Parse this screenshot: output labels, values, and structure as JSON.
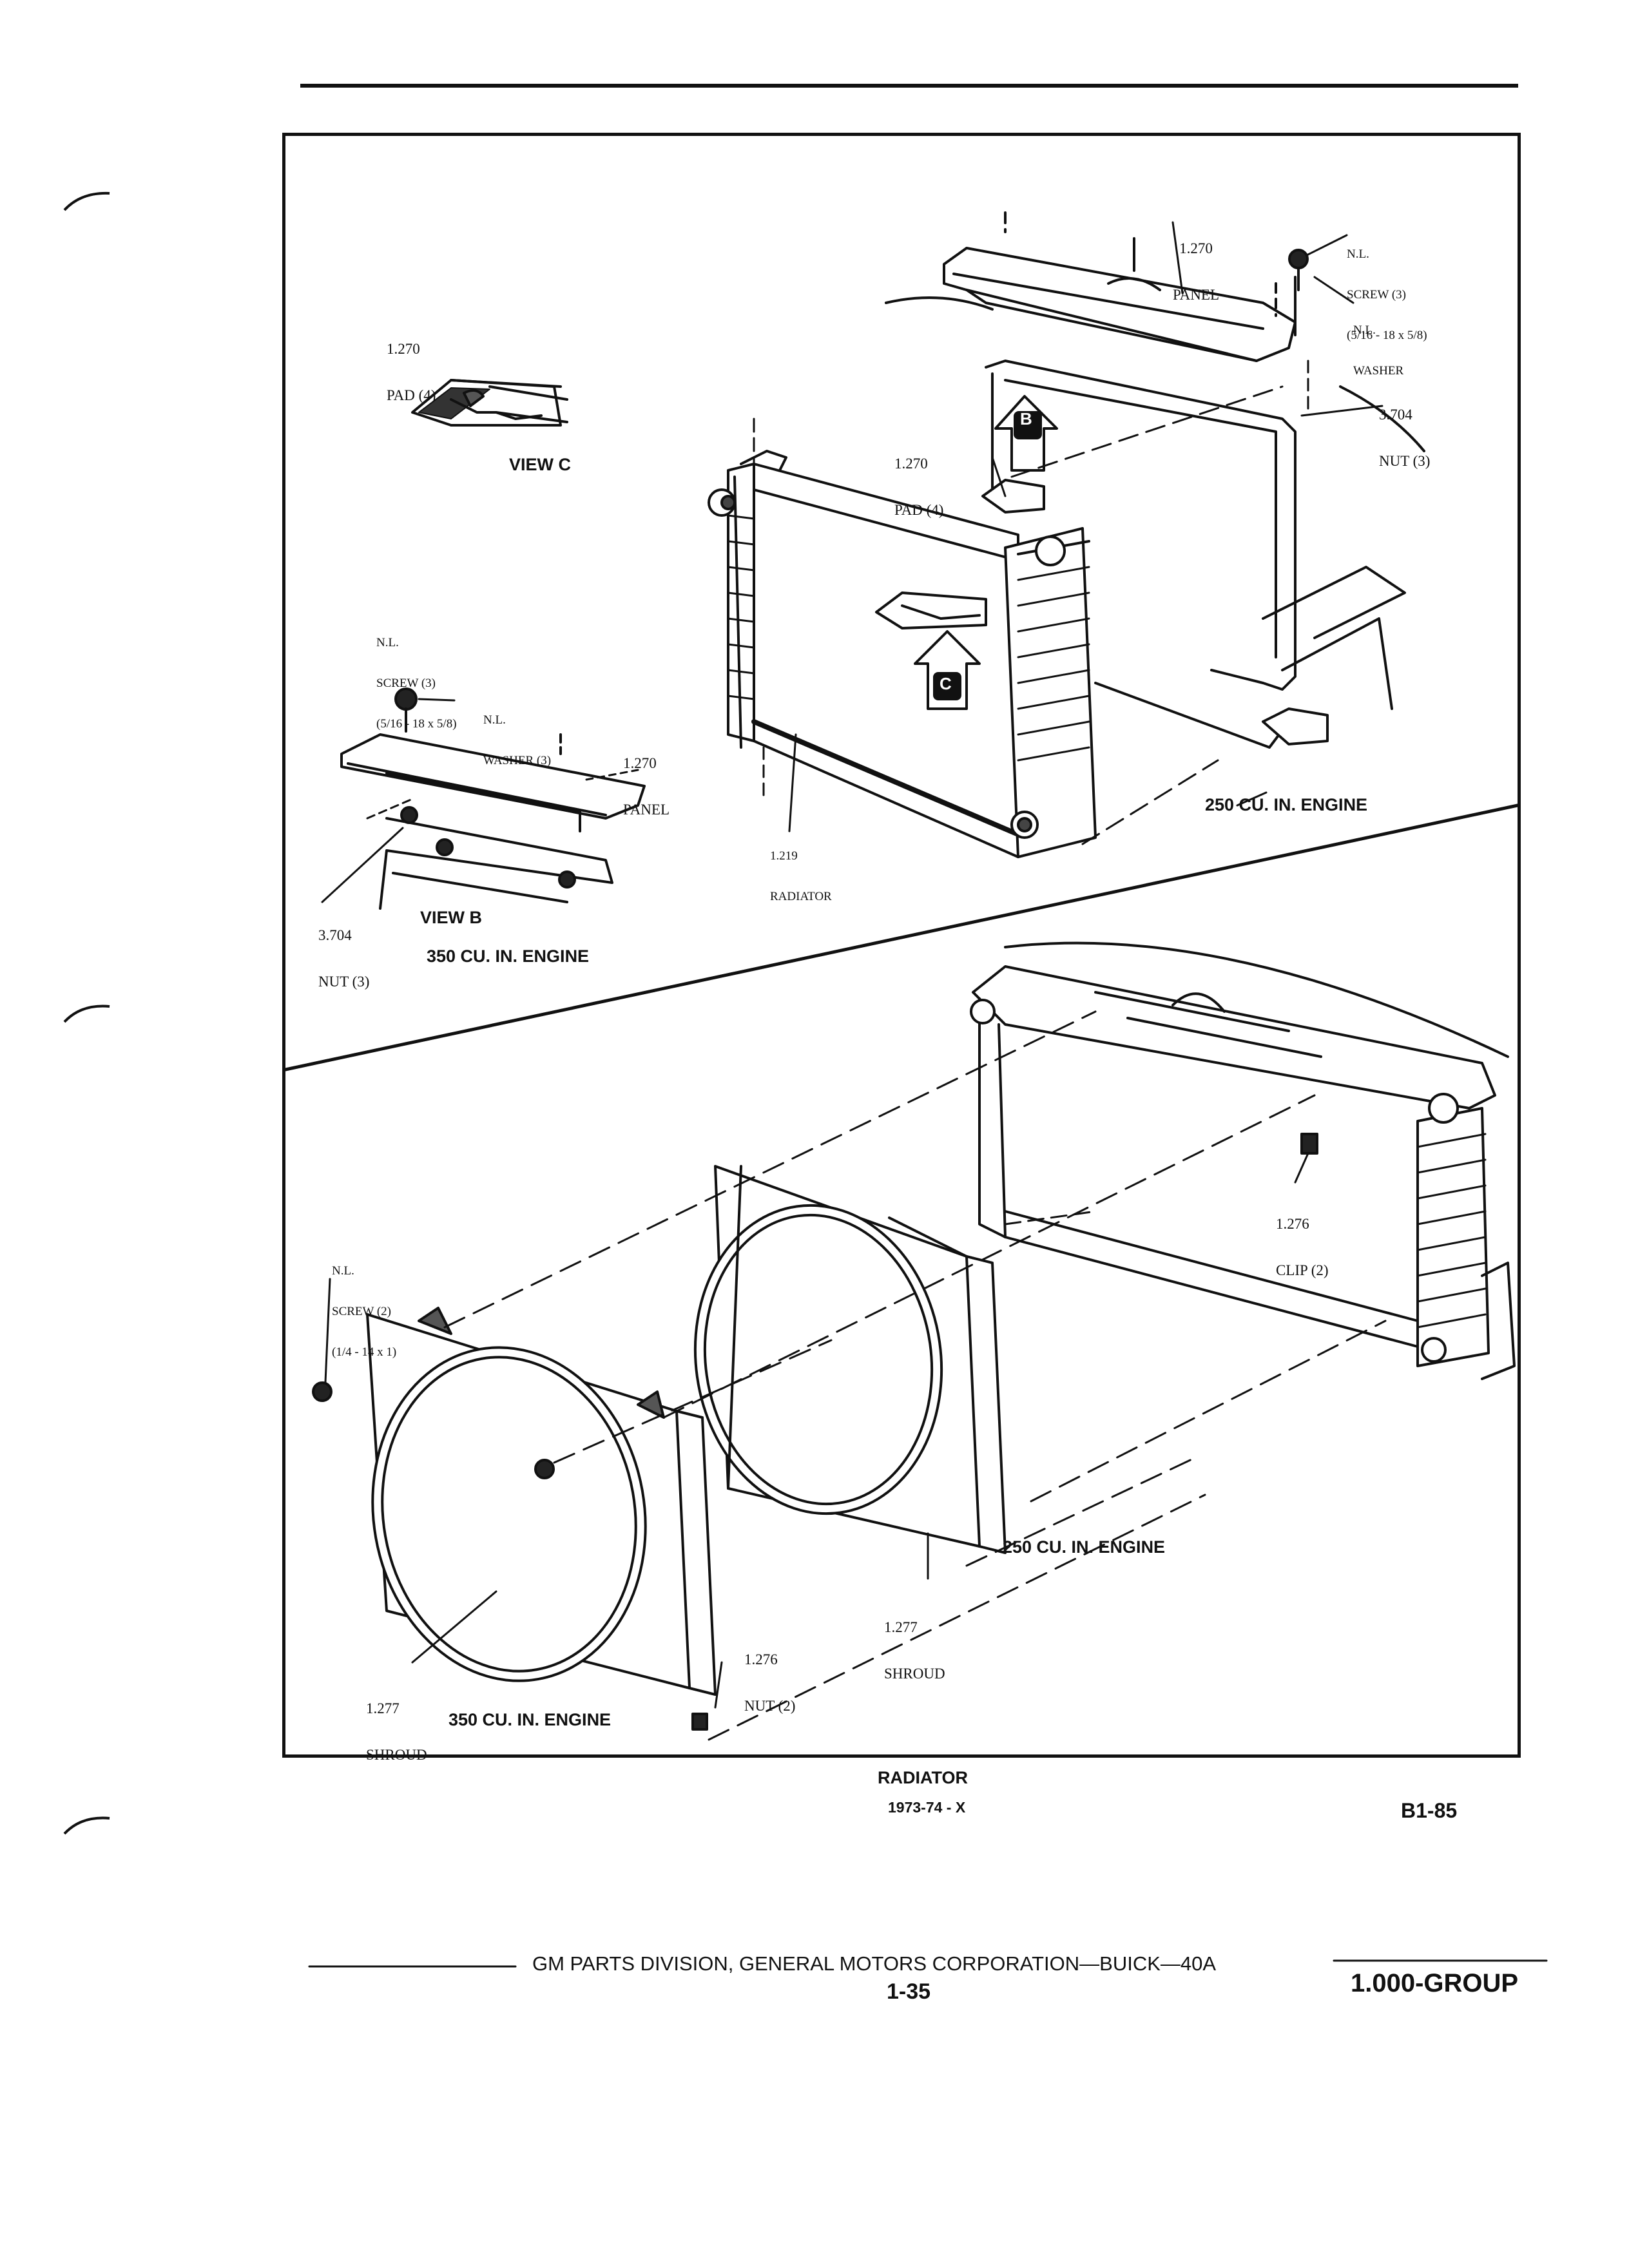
{
  "diagram": {
    "view_c": {
      "pad_number": "1.270",
      "pad_label": "PAD (4)",
      "view_label": "VIEW C"
    },
    "view_b": {
      "screw_nl": "N.L.",
      "screw_label": "SCREW (3)",
      "screw_size": "(5/16 - 18 x 5/8)",
      "washer_nl": "N.L.",
      "washer_label": "WASHER (3)",
      "panel_number": "1.270",
      "panel_label": "PANEL",
      "nut_number": "3.704",
      "nut_label": "NUT (3)",
      "view_label": "VIEW B",
      "engine_label": "350 CU. IN. ENGINE"
    },
    "upper_right": {
      "panel_number": "1.270",
      "panel_label": "PANEL",
      "screw_nl": "N.L.",
      "screw_label": "SCREW (3)",
      "screw_size": "(5/16 - 18 x 5/8)",
      "washer_nl": "N.L.",
      "washer_label": "WASHER",
      "nut_number": "3.704",
      "nut_label": "NUT (3)",
      "pad_number": "1.270",
      "pad_label": "PAD (4)",
      "radiator_number": "1.219",
      "radiator_label": "RADIATOR",
      "engine_label": "250 CU. IN. ENGINE",
      "callout_b": "B",
      "callout_c": "C"
    },
    "lower": {
      "clip_number": "1.276",
      "clip_label": "CLIP (2)",
      "screw_nl": "N.L.",
      "screw_label": "SCREW (2)",
      "screw_size": "(1/4 - 14 x 1)",
      "engine_250_label": "250 CU. IN. ENGINE",
      "shroud_250_number": "1.277",
      "shroud_250_label": "SHROUD",
      "nut_number": "1.276",
      "nut_label": "NUT (2)",
      "shroud_350_number": "1.277",
      "shroud_350_label": "SHROUD",
      "engine_350_label": "350 CU. IN. ENGINE"
    }
  },
  "caption": {
    "title": "RADIATOR",
    "years": "1973-74 - X",
    "figure_number": "B1-85"
  },
  "footer": {
    "publisher": "GM PARTS DIVISION, GENERAL MOTORS CORPORATION—BUICK—40A",
    "page_number": "1-35",
    "group": "1.000-GROUP"
  }
}
